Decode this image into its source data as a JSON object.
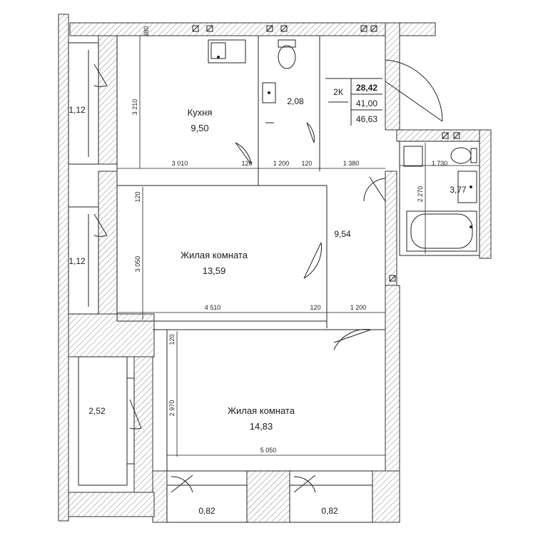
{
  "summary": {
    "rooms_label": "2К",
    "total_area": "28,42",
    "living_area": "41,00",
    "total_with_balconies": "46,63"
  },
  "rooms": {
    "kitchen": {
      "name": "Кухня",
      "area": "9,50"
    },
    "wc": {
      "area": "2,08"
    },
    "bathroom": {
      "area": "3,77"
    },
    "hall": {
      "area": "9,54"
    },
    "living1": {
      "name": "Жилая комната",
      "area": "13,59"
    },
    "living2": {
      "name": "Жилая комната",
      "area": "14,83"
    },
    "balcony_left_top": {
      "area": "1,12"
    },
    "balcony_left_mid": {
      "area": "1,12"
    },
    "balcony_left_bottom": {
      "area": "2,52"
    },
    "balcony_bottom_left": {
      "area": "0,82"
    },
    "balcony_bottom_right": {
      "area": "0,82"
    }
  },
  "dimensions": {
    "d380": "380",
    "d3210": "3 210",
    "d3010": "3 010",
    "d120a": "120",
    "d1200a": "1 200",
    "d120b": "120",
    "d1380": "1 380",
    "d1730": "1 730",
    "d2270": "2 270",
    "d120c": "120",
    "d3050": "3 050",
    "d4510": "4 510",
    "d120d": "120",
    "d1200b": "1 200",
    "d120e": "120",
    "d2970": "2 970",
    "d5050": "5 050"
  }
}
